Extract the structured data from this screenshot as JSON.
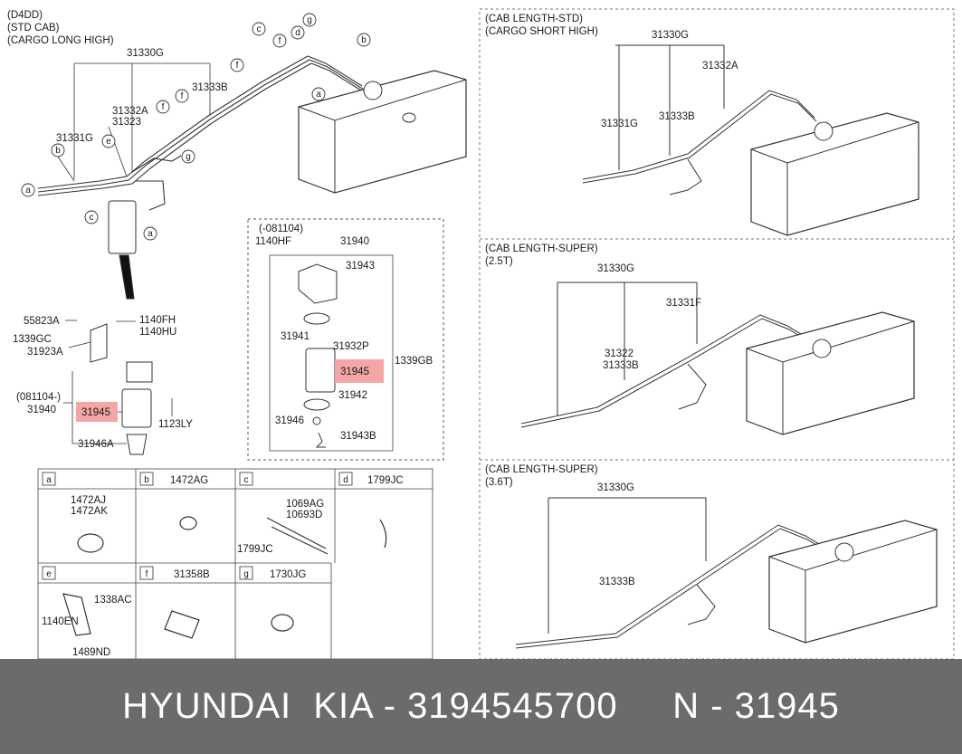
{
  "variants": {
    "top_left": {
      "lines": [
        "(D4DD)",
        "(STD CAB)",
        "(CARGO LONG HIGH)"
      ]
    },
    "top_right": {
      "lines": [
        "(CAB LENGTH-STD)",
        "(CARGO SHORT HIGH)"
      ]
    },
    "mid_right": {
      "lines": [
        "(CAB LENGTH-SUPER)",
        "(2.5T)"
      ]
    },
    "bottom_right": {
      "lines": [
        "(CAB LENGTH-SUPER)",
        "(3.6T)"
      ]
    }
  },
  "parts_top_left": {
    "p31330g": "31330G",
    "p31333b": "31333B",
    "p31332a": "31332A",
    "p31323": "31323",
    "p31331g": "31331G"
  },
  "parts_filter": {
    "p55823a": "55823A",
    "p1140fh": "1140FH",
    "p1140hu": "1140HU",
    "p1339gc": "1339GC",
    "p31923a": "31923A",
    "range": "(081104-)",
    "p31940": "31940",
    "p31945": "31945",
    "p1123ly": "1123LY",
    "p31946a": "31946A"
  },
  "parts_inset": {
    "range": "(-081104)",
    "p1140hf": "1140HF",
    "p31940": "31940",
    "p31943": "31943",
    "p31941": "31941",
    "p31932p": "31932P",
    "p31945": "31945",
    "p1339gb": "1339GB",
    "p31942": "31942",
    "p31946": "31946",
    "p31943b": "31943B"
  },
  "parts_top_right": {
    "p31330g": "31330G",
    "p31332a": "31332A",
    "p31331g": "31331G",
    "p31333b": "31333B"
  },
  "parts_mid_right": {
    "p31330g": "31330G",
    "p31331f": "31331F",
    "p31322": "31322",
    "p31333b": "31333B"
  },
  "parts_bottom_right": {
    "p31330g": "31330G",
    "p31333b": "31333B"
  },
  "legend": {
    "a": {
      "letter": "a",
      "head": "",
      "parts": [
        "1472AJ",
        "1472AK"
      ]
    },
    "b": {
      "letter": "b",
      "head": "1472AG"
    },
    "c": {
      "letter": "c",
      "head": "",
      "parts": [
        "1069AG",
        "10693D",
        "1799JC"
      ]
    },
    "d": {
      "letter": "d",
      "head": "1799JC"
    },
    "e": {
      "letter": "e",
      "head": "",
      "parts": [
        "1338AC",
        "1140EN",
        "1489ND"
      ]
    },
    "f": {
      "letter": "f",
      "head": "31358B"
    },
    "g": {
      "letter": "g",
      "head": "1730JG"
    }
  },
  "highlight_color": "#f4a6a6",
  "banner": {
    "text": "HYUNDAI  KIA - 3194545700     N - 31945"
  }
}
